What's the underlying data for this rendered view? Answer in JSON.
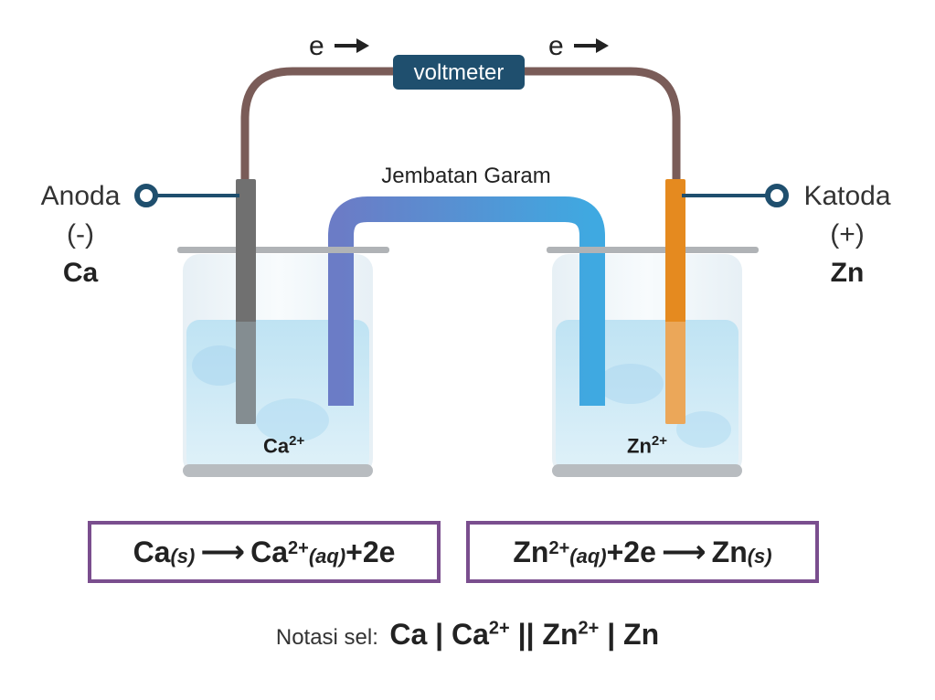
{
  "wire": {
    "electron_left": "e",
    "electron_right": "e",
    "meter_label": "voltmeter"
  },
  "salt_bridge": {
    "label": "Jembatan Garam"
  },
  "anode": {
    "name": "Anoda",
    "sign": "(-)",
    "metal": "Ca",
    "ion_base": "Ca",
    "ion_charge": "2+"
  },
  "cathode": {
    "name": "Katoda",
    "sign": "(+)",
    "metal": "Zn",
    "ion_base": "Zn",
    "ion_charge": "2+"
  },
  "equations": {
    "anode": {
      "reactant": "Ca",
      "reactant_phase": "(s)",
      "product": "Ca",
      "product_charge": "2+",
      "product_phase": "(aq)",
      "electrons": "+2e"
    },
    "cathode": {
      "reactant": "Zn",
      "reactant_charge": "2+",
      "reactant_phase": "(aq)",
      "electrons": "+2e",
      "product": "Zn",
      "product_phase": "(s)"
    }
  },
  "notation": {
    "label": "Notasi sel:",
    "p1": "Ca | Ca",
    "c1": "2+",
    "p2": " || Zn",
    "c2": "2+",
    "p3": " | Zn"
  },
  "colors": {
    "wire": "#7a5c58",
    "meter": "#1f4f6e",
    "anode_rod": "#707070",
    "cathode_rod": "#e58a1f",
    "bridge_start": "#6e7fc8",
    "bridge_end": "#45a8e0",
    "solution": "#cfe9f6",
    "box_border": "#7a4e8e"
  }
}
